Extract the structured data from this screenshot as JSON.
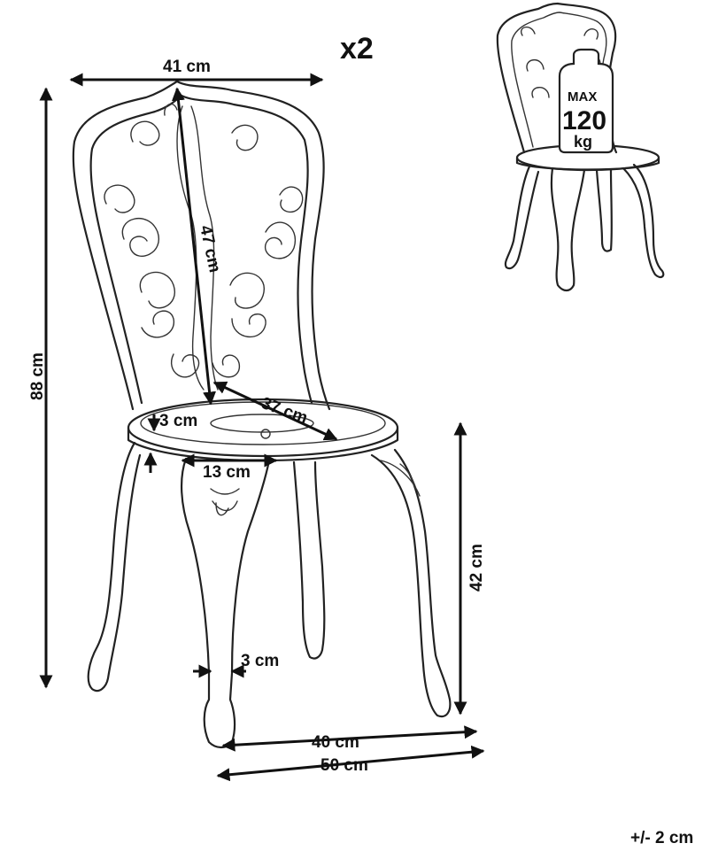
{
  "multiplier": "x2",
  "tolerance": "+/- 2 cm",
  "max_load": {
    "top": "MAX",
    "value": "120",
    "unit": "kg"
  },
  "dimensions": {
    "back_width": "41 cm",
    "total_height": "88 cm",
    "back_height": "47 cm",
    "seat_diameter": "37 cm",
    "seat_thickness": "3 cm",
    "seat_inner": "13 cm",
    "seat_height": "42 cm",
    "leg_thickness": "3 cm",
    "depth_inner": "40 cm",
    "depth_outer": "50 cm"
  }
}
